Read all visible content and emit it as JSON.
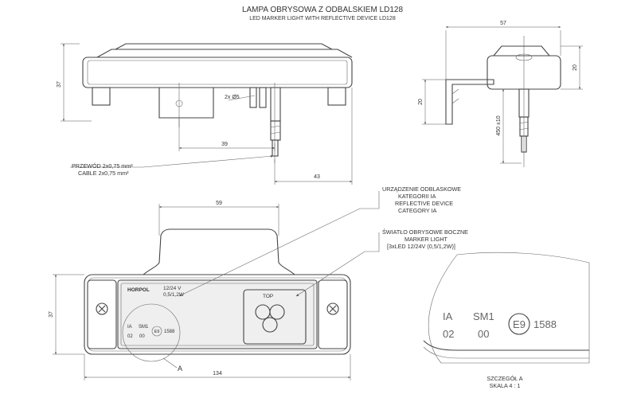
{
  "title": {
    "line1": "LAMPA OBRYSOWA Z ODBALSKIEM LD128",
    "line2": "LED MARKER LIGHT WITH REFLECTIVE DEVICE LD128"
  },
  "dimensions": {
    "side_height": "37",
    "side_hole_spacing": "39",
    "side_cable_offset": "43",
    "side_hole_dia": "2x Ø5",
    "end_width": "57",
    "end_body_height": "20",
    "end_bracket_height": "20",
    "end_cable_length": "450 ±10",
    "front_window_width": "59",
    "front_height": "37",
    "front_total_width": "134"
  },
  "callouts": {
    "cable_pl": "PRZEWÓD 2x0,75 mm²",
    "cable_en": "CABLE 2x0,75 mm²",
    "reflector_pl1": "URZĄDZENIE ODBLASKOWE",
    "reflector_pl2": "KATEGORII IA",
    "reflector_en1": "REFLECTIVE DEVICE",
    "reflector_en2": "CATEGORY IA",
    "light_pl": "ŚWIATŁO OBRYSOWE BOCZNE",
    "light_en": "MARKER LIGHT",
    "light_spec": "[3xLED 12/24V (0,5/1,2W)]"
  },
  "lens_markings": {
    "brand": "HORPOL",
    "voltage": "12/24 V",
    "power": "0,5/1,2W",
    "top": "TOP",
    "cat": "IA",
    "sm": "SM1",
    "e_mark": "E9",
    "approval": "1588",
    "row_a": "02",
    "row_b": "00"
  },
  "detail": {
    "ref_letter": "A",
    "ia": "IA",
    "sm1": "SM1",
    "num_02": "02",
    "num_00": "00",
    "e9": "E9",
    "approval": "1588",
    "caption": "SZCZEGÓŁ A",
    "scale": "SKALA 4 : 1"
  }
}
